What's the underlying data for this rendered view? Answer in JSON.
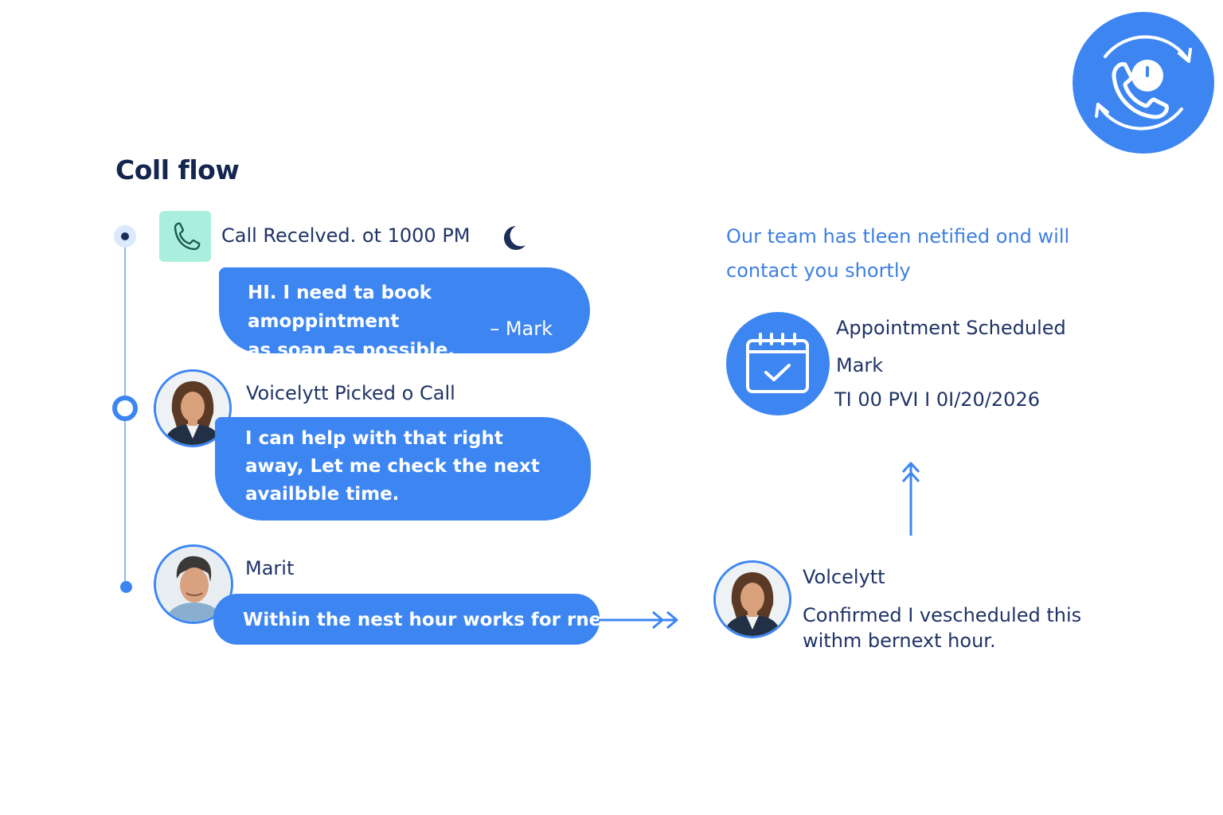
{
  "header": {
    "title": "Coll flow"
  },
  "timeline": {
    "call_received": "Call Recelved. ot 1000 PM",
    "caller_message_line1": "HI. I need ta book amoppintment",
    "caller_message_line2": "as soan as possible.",
    "caller_message_signature": "– Mark",
    "agent_picked": "Voicelytt Picked ο Call",
    "agent_message": "I can help with that right away, Let me check the next availbble time.",
    "caller_name": "Marit",
    "caller_reply": "Within the nest hour works for rne."
  },
  "notification": {
    "text": "Our team has tleen netified ond will contact you shortly"
  },
  "appointment": {
    "title": "Appointment Scheduled",
    "name": "Mark",
    "time": "TI 00 PVI I 0I/20/2026"
  },
  "confirmation": {
    "agent_name": "Volcelytt",
    "text": "Confirmed I vescheduled this withm bernext hour."
  },
  "colors": {
    "accent": "#3d86f2",
    "title": "#14264f",
    "text": "#1f3366",
    "notify": "#3d7fe0",
    "phone_tile": "#aaeedd"
  },
  "icons": {
    "logo": "phone-refresh-icon",
    "phone": "phone-icon",
    "moon": "moon-icon",
    "calendar": "calendar-check-icon",
    "arrow_up": "arrow-up-icon",
    "arrow_right": "double-arrow-right-icon"
  }
}
